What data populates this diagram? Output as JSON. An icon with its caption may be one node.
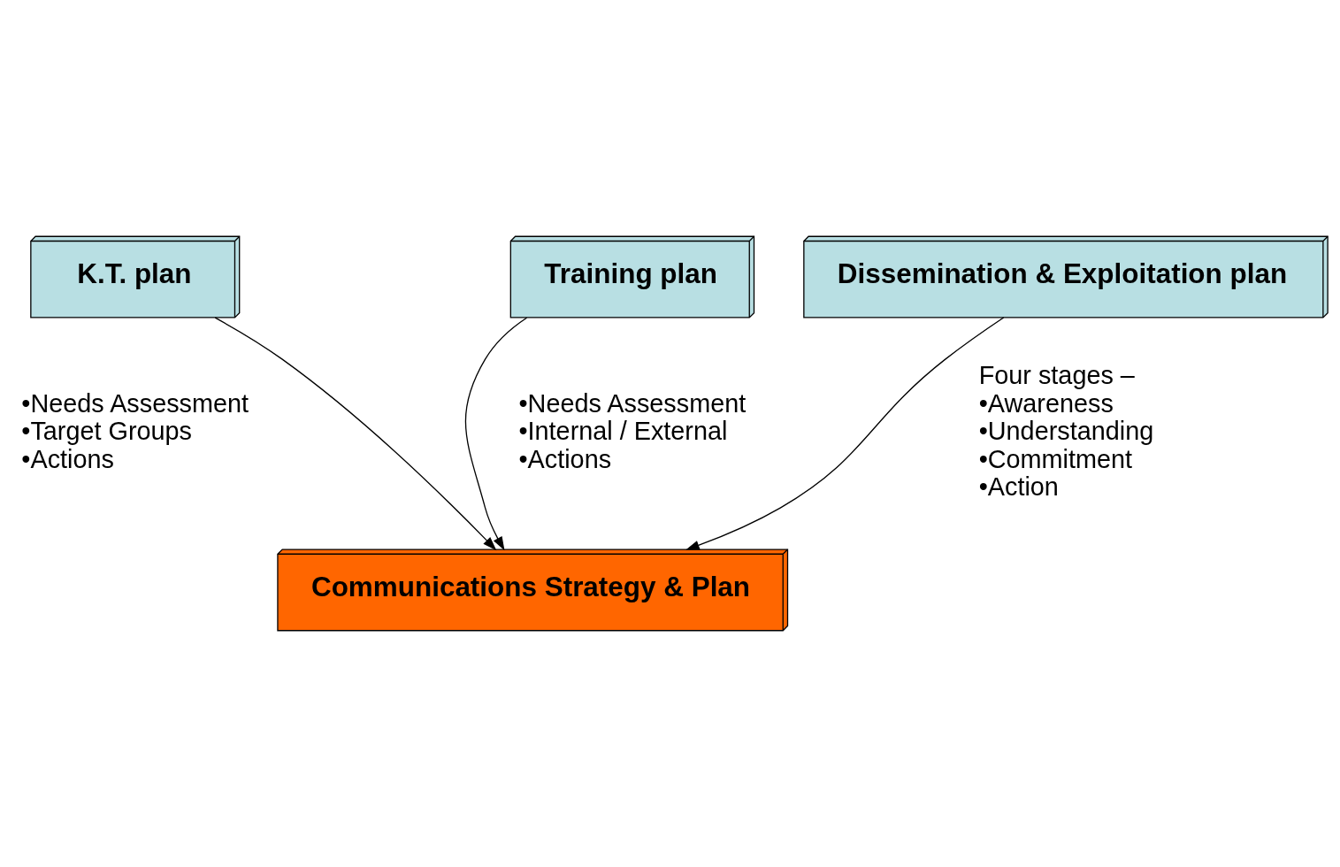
{
  "diagram": {
    "nodes": [
      {
        "text": [
          "K.T. plan"
        ],
        "beside": [
          "•Needs Assessment",
          "•Target Groups",
          "•Actions"
        ]
      },
      {
        "text": [
          "Training plan"
        ],
        "beside": [
          "•Needs Assessment",
          "•Internal / External",
          "•Actions"
        ]
      },
      {
        "text": [
          "Dissemination & Exploitation plan"
        ],
        "beside": [
          "Four stages –",
          "•Awareness",
          "•Understanding",
          "•Commitment",
          "•Action"
        ]
      },
      {
        "text": [
          "Communications Strategy & Plan"
        ]
      }
    ],
    "edges": [
      {
        "from": 0,
        "to": 3,
        "arrow": "to"
      },
      {
        "from": 1,
        "to": 3,
        "arrow": "to"
      },
      {
        "from": 2,
        "to": 3,
        "arrow": "to"
      }
    ]
  }
}
